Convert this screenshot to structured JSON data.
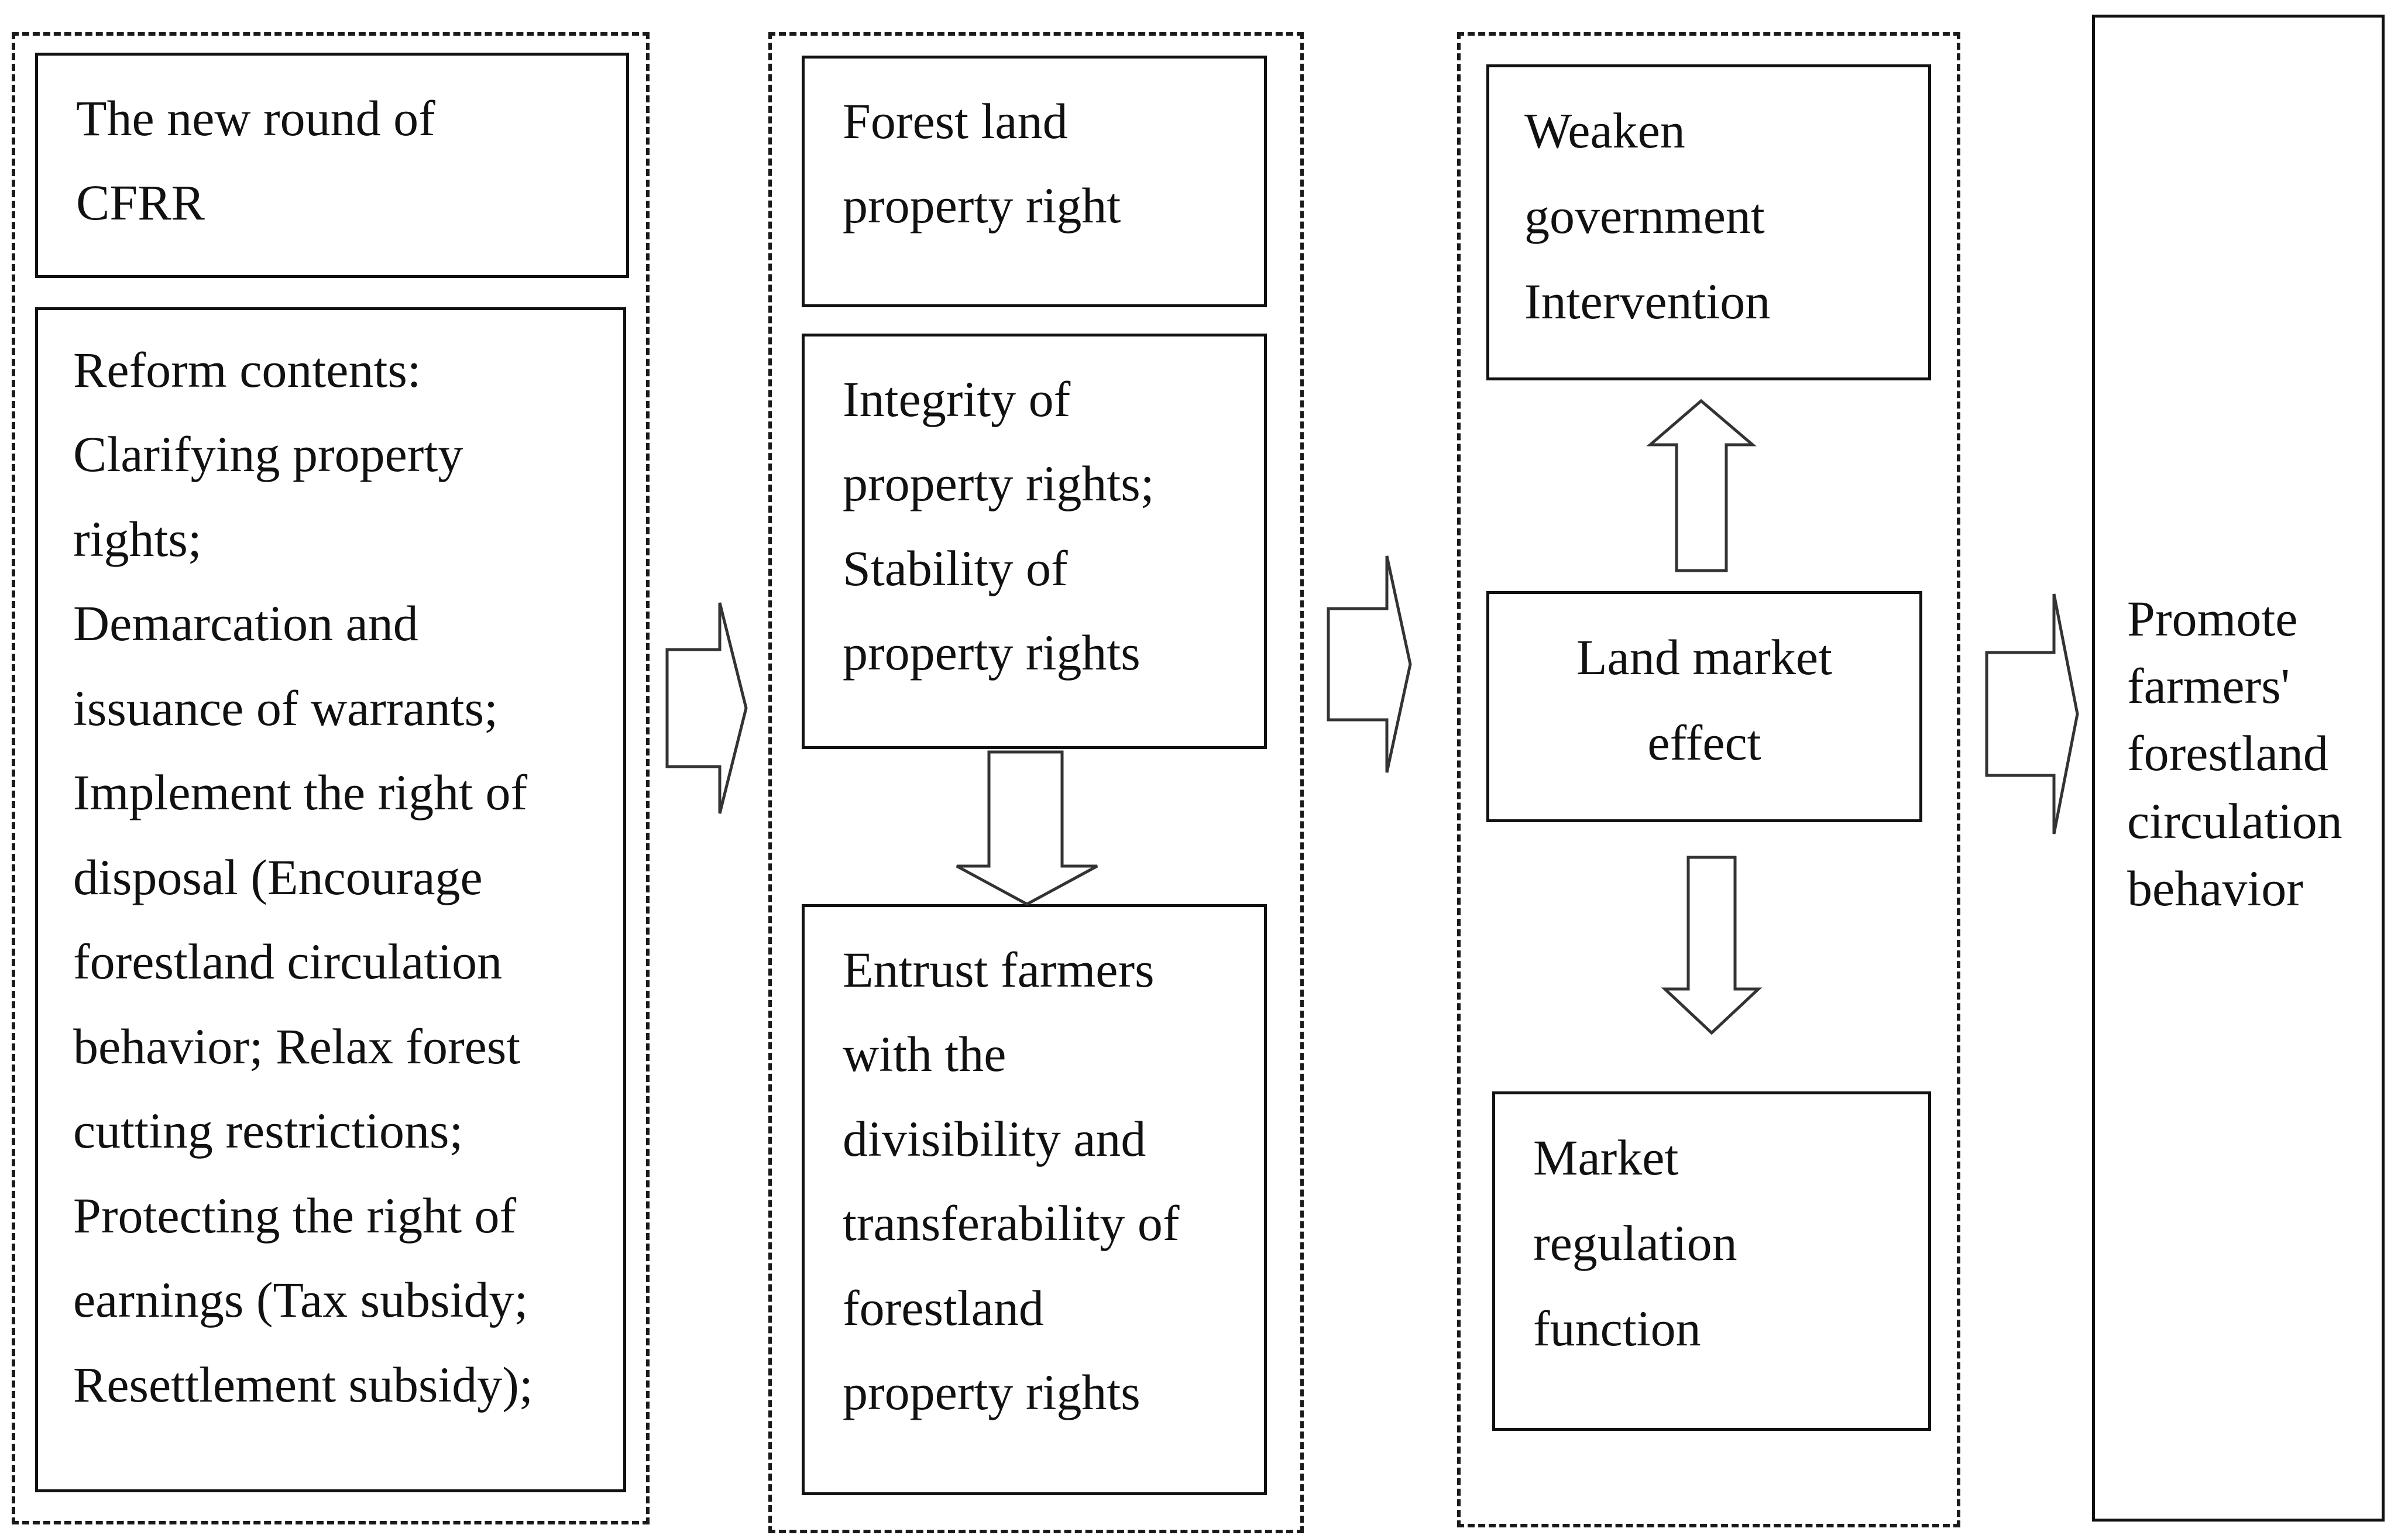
{
  "col1": {
    "title_box": "The new round of\nCFRR",
    "contents_box": "Reform contents:\nClarifying property\nrights;\nDemarcation and\nissuance of warrants;\nImplement the right of\ndisposal (Encourage\nforestland circulation\nbehavior; Relax forest\ncutting restrictions;\nProtecting the right of\nearnings (Tax subsidy;\nResettlement subsidy);"
  },
  "col2": {
    "forest_land_box": "Forest land\nproperty right",
    "integrity_box": "Integrity of\nproperty rights;\nStability of\nproperty rights",
    "entrust_box": "Entrust farmers\nwith the\ndivisibility and\ntransferability of\nforestland\nproperty rights"
  },
  "col3": {
    "weaken_box": "Weaken\ngovernment\nIntervention",
    "land_market_box": "Land market\neffect",
    "market_regulation_box": "Market\nregulation\nfunction"
  },
  "col4": {
    "promote_box": "Promote\nfarmers'\nforestland\ncirculation\nbehavior"
  },
  "arrows": {
    "stroke": "#333333",
    "fill": "#ffffff"
  }
}
